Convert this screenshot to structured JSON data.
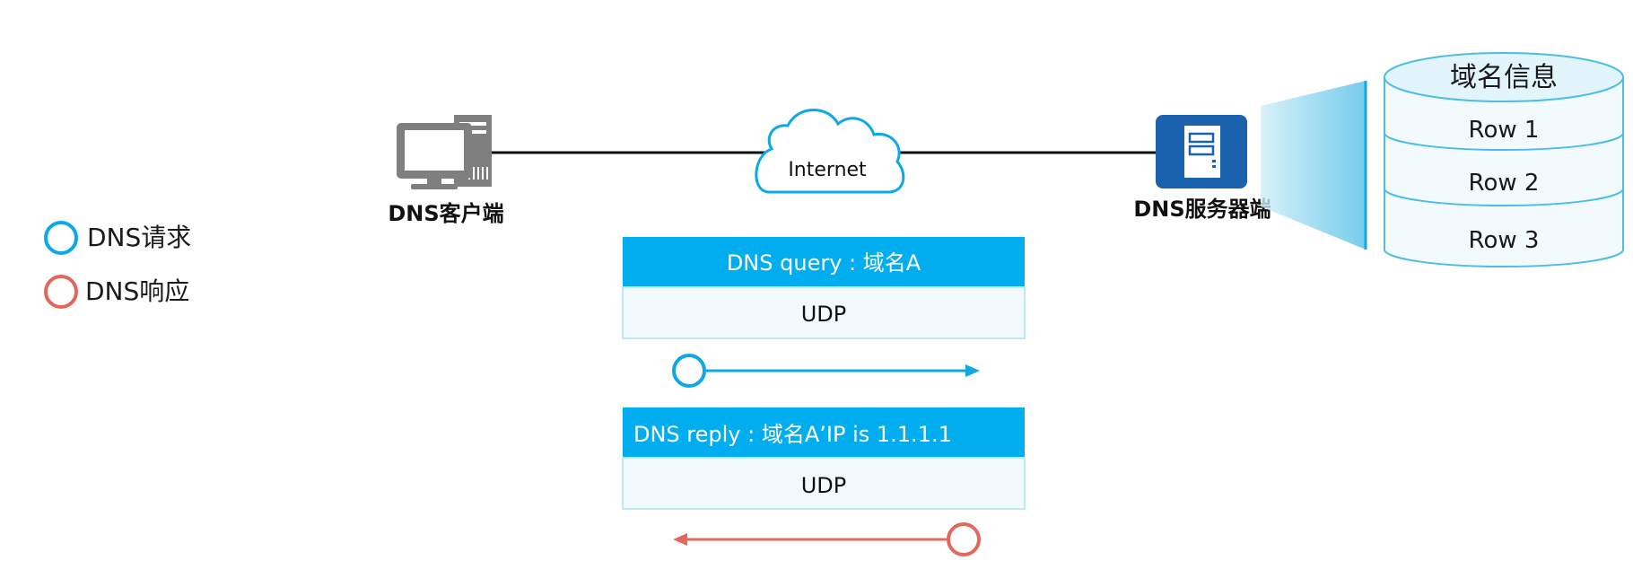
{
  "legend": {
    "request_label": "DNS请求",
    "response_label": "DNS响应"
  },
  "client": {
    "label": "DNS客户端"
  },
  "server": {
    "label": "DNS服务器端"
  },
  "network": {
    "label": "Internet"
  },
  "database": {
    "title": "域名信息",
    "rows": [
      "Row 1",
      "Row 2",
      "Row 3"
    ]
  },
  "query_packet": {
    "header": "DNS query : 域名A",
    "transport": "UDP"
  },
  "reply_packet": {
    "header": "DNS reply : 域名A’IP is 1.1.1.1",
    "transport": "UDP"
  },
  "colors": {
    "request": "#0ea8e6",
    "response": "#e4675d",
    "packet_header": "#00aeef",
    "packet_body": "#f2fafd",
    "server_blue": "#1a62ad",
    "computer_gray": "#7f7f7f",
    "db_stroke": "#4dbde6",
    "db_fill": "#f2fafd"
  }
}
